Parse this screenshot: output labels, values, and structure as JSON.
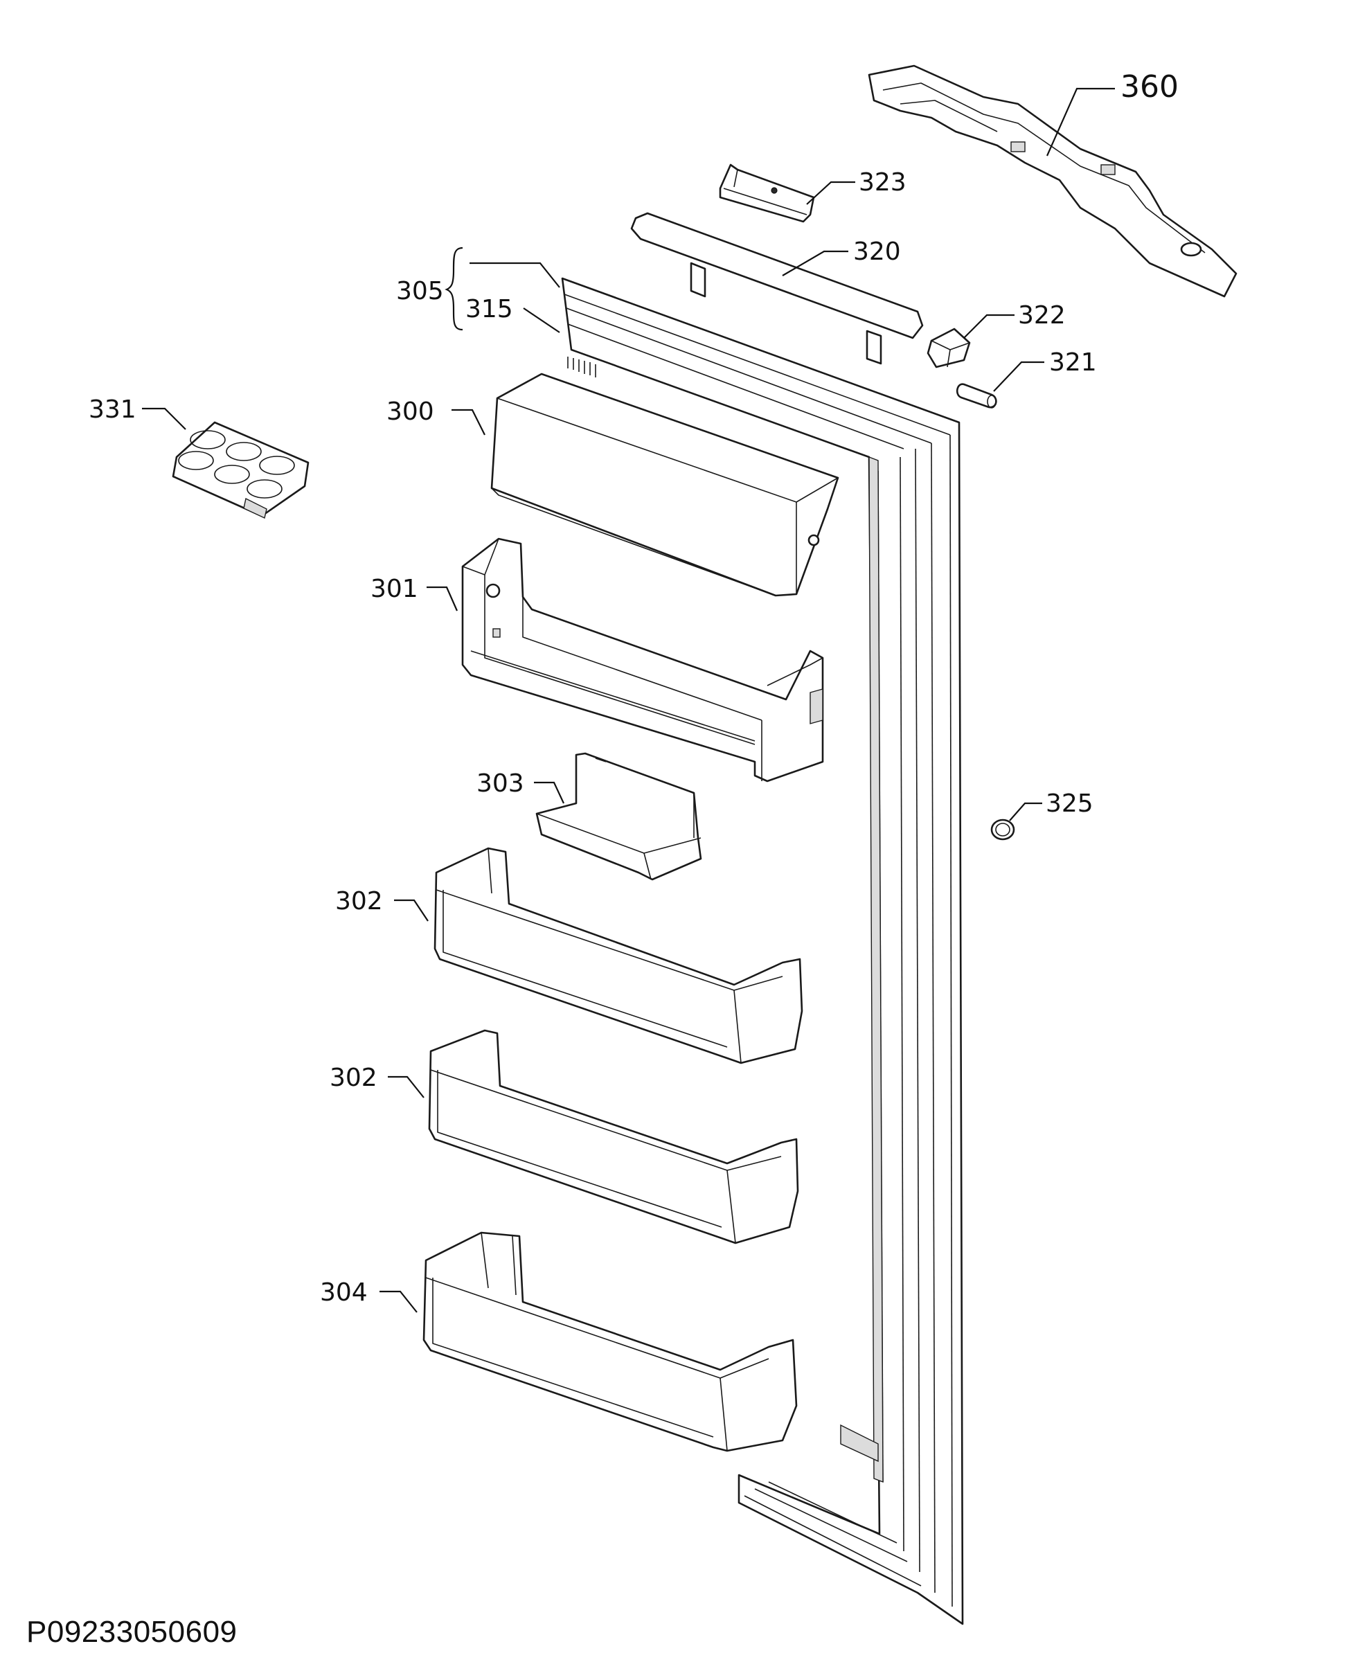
{
  "drawing_code": "P09233050609",
  "callouts": {
    "c360": "360",
    "c323": "323",
    "c320": "320",
    "c305": "305",
    "c315": "315",
    "c322": "322",
    "c321": "321",
    "c331": "331",
    "c300": "300",
    "c301": "301",
    "c303": "303",
    "c325": "325",
    "c302a": "302",
    "c302b": "302",
    "c304": "304"
  }
}
